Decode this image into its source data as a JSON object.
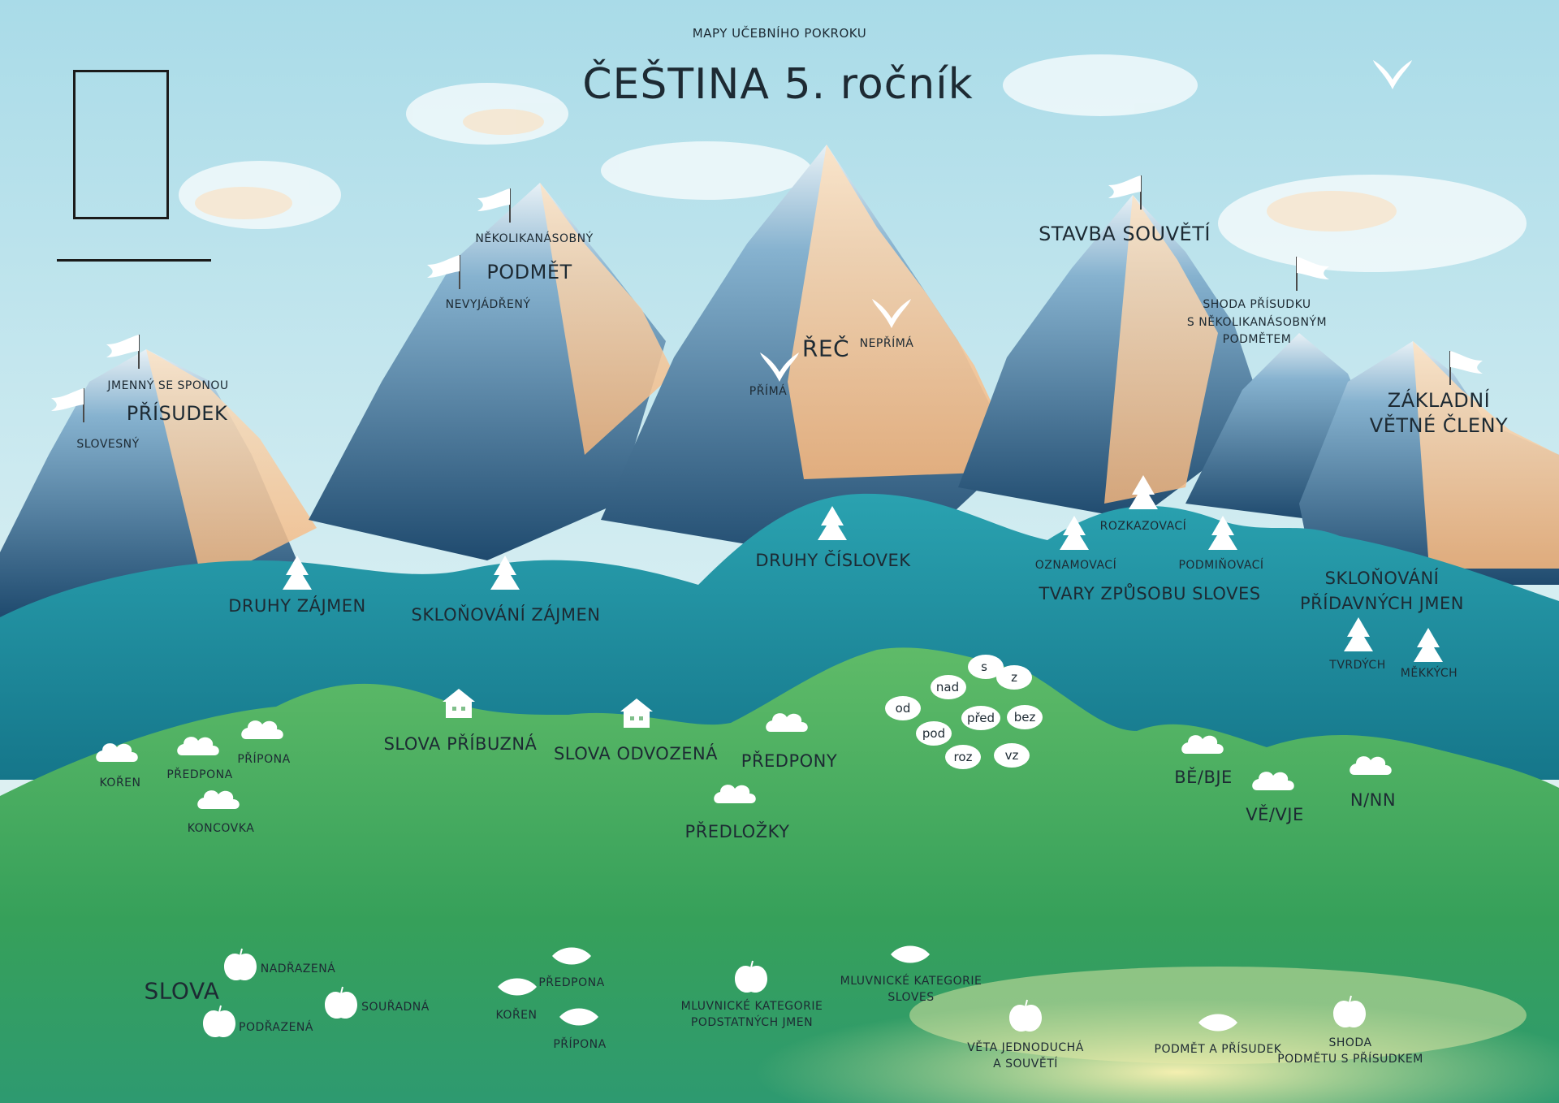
{
  "header": {
    "subtitle": "MAPY UČEBNÍHO POKROKU",
    "title": "ČEŠTINA 5. ročník"
  },
  "mountains": {
    "prisudek": {
      "title": "PŘÍSUDEK",
      "flags": [
        "JMENNÝ SE SPONOU",
        "SLOVESNÝ"
      ]
    },
    "podmet": {
      "title": "PODMĚT",
      "flags": [
        "NĚKOLIKANÁSOBNÝ",
        "NEVYJÁDŘENÝ"
      ]
    },
    "rec": {
      "title": "ŘEČ",
      "birds": [
        "PŘÍMÁ",
        "NEPŘÍMÁ"
      ]
    },
    "stavba": {
      "title": "STAVBA SOUVĚTÍ"
    },
    "shoda": {
      "title": [
        "SHODA PŘÍSUDKU",
        "S NĚKOLIKANÁSOBNÝM",
        "PODMĚTEM"
      ]
    },
    "zakladni": {
      "title": [
        "ZÁKLADNÍ",
        "VĚTNÉ ČLENY"
      ]
    }
  },
  "hills": {
    "druhy_zajmen": "DRUHY ZÁJMEN",
    "sklonovani_zajmen": "SKLOŇOVÁNÍ ZÁJMEN",
    "druhy_cislovek": "DRUHY ČÍSLOVEK",
    "tvary": {
      "title": "TVARY ZPŮSOBU SLOVES",
      "items": [
        "OZNAMOVACÍ",
        "ROZKAZOVACÍ",
        "PODMIŇOVACÍ"
      ]
    },
    "pridavna": {
      "title": [
        "SKLOŇOVÁNÍ",
        "PŘÍDAVNÝCH JMEN"
      ],
      "items": [
        "TVRDÝCH",
        "MĚKKÝCH"
      ]
    }
  },
  "meadow": {
    "slova_pribuzna": "SLOVA PŘÍBUZNÁ",
    "slova_odvozena": "SLOVA ODVOZENÁ",
    "predpony": "PŘEDPONY",
    "predlozky": "PŘEDLOŽKY",
    "stavba_slova": [
      "KOŘEN",
      "PŘEDPONA",
      "PŘÍPONA",
      "KONCOVKA"
    ],
    "prefix_clouds": [
      "s",
      "z",
      "nad",
      "od",
      "před",
      "bez",
      "pod",
      "roz",
      "vz"
    ],
    "be_bje": "BĚ/BJE",
    "ve_vje": "VĚ/VJE",
    "n_nn": "N/NN"
  },
  "field": {
    "slova": "SLOVA",
    "nadrazena": "NADŘAZENÁ",
    "podrazena": "PODŘAZENÁ",
    "souradna": "SOUŘADNÁ",
    "predpona": "PŘEDPONA",
    "koren": "KOŘEN",
    "pripona": "PŘÍPONA",
    "mk_jmen": [
      "MLUVNICKÉ KATEGORIE",
      "PODSTATNÝCH JMEN"
    ],
    "mk_sloves": [
      "MLUVNICKÉ KATEGORIE",
      "SLOVES"
    ],
    "veta": [
      "VĚTA JEDNODUCHÁ",
      "A SOUVĚTÍ"
    ],
    "podmet_prisudek": "PODMĚT A PŘÍSUDEK",
    "shoda": [
      "SHODA",
      "PODMĚTU S PŘÍSUDKEM"
    ]
  },
  "icons": [
    "flag-icon",
    "bird-icon",
    "tree-icon",
    "house-icon",
    "cloud-icon",
    "apple-icon",
    "leaf-icon"
  ],
  "colors": {
    "sky": "#bfe3ec",
    "peach": "#f6c18f",
    "mountain_blue": "#2f5f86",
    "teal": "#1f8fa0",
    "green": "#3fa45a"
  }
}
